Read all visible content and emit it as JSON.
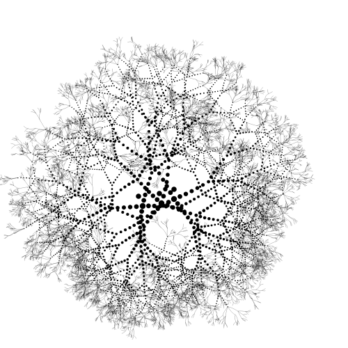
{
  "image": {
    "style": "generative dotted branching tree",
    "background_color": "#ffffff",
    "ink_color": "#000000",
    "root_count": 3,
    "trunk_count": 12,
    "tree_depth": 7,
    "random_seed": 7,
    "text": []
  }
}
